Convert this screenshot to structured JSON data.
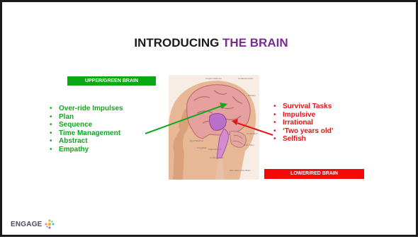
{
  "slide": {
    "title_main": "INTRODUCING ",
    "title_accent": "THE BRAIN",
    "upper_banner": "UPPER/GREEN BRAIN",
    "lower_banner": "LOWER/RED BRAIN",
    "green_items": [
      "Over-ride Impulses",
      "Plan",
      "Sequence",
      "Time Management",
      "Abstract",
      "Empathy"
    ],
    "red_items": [
      "Survival Tasks",
      "Impulsive",
      "Irrational",
      "‘Two years old’",
      "Selfish"
    ],
    "logo_text": "ENGAGE"
  },
  "colors": {
    "accent_purple": "#7b2c8e",
    "green": "#0aa815",
    "red": "#f20a0a"
  },
  "icons": [
    "brain-illustration",
    "green-arrow-icon",
    "red-arrow-icon",
    "engage-logo-icon"
  ]
}
